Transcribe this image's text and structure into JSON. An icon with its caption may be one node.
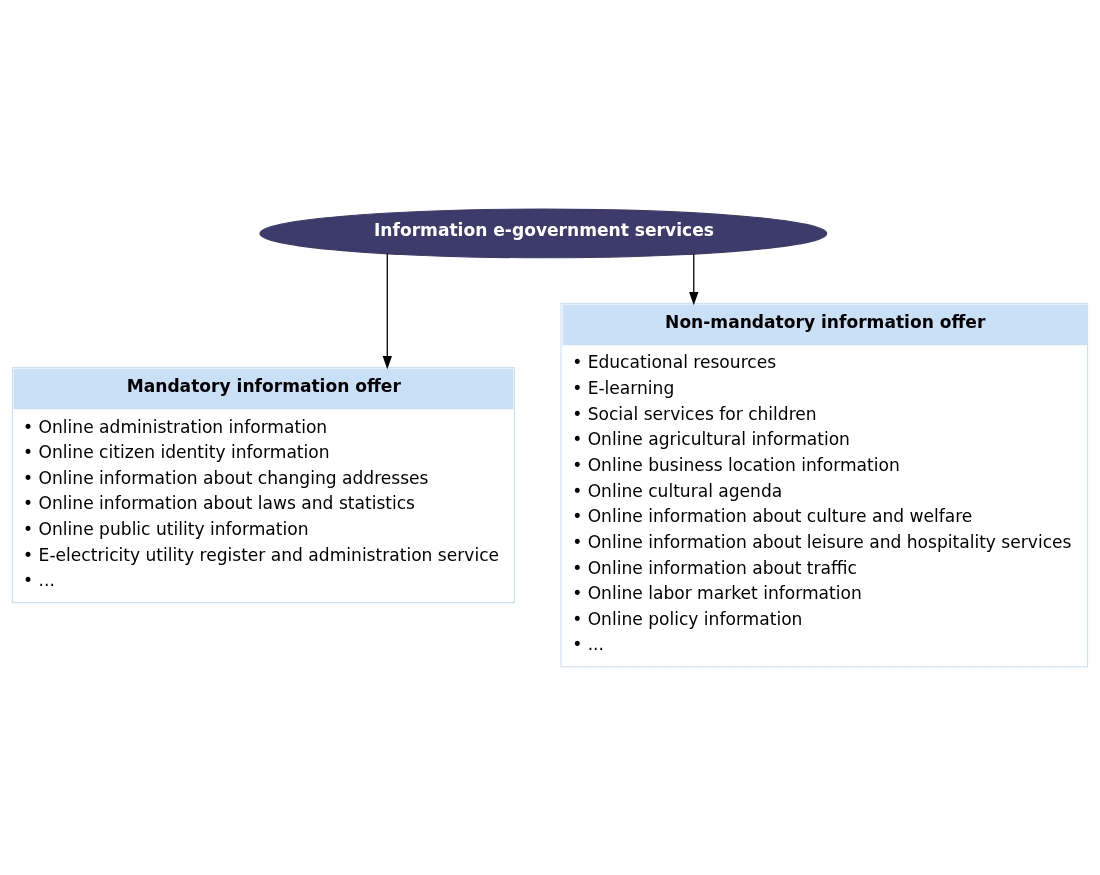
{
  "diagram": {
    "nodes": [
      {
        "text": [
          "Information e-government services"
        ]
      },
      {
        "text": [
          "Mandatory information offer",
          "• Online administration information",
          "• Online citizen identity information",
          "• Online information about changing addresses",
          "• Online information about laws and statistics",
          "• Online public utility information",
          "• E-electricity utility register and administration service",
          "• ..."
        ]
      },
      {
        "text": [
          "Non-mandatory information offer",
          "• Educational resources",
          "• E-learning",
          "• Social services for children",
          "• Online agricultural information",
          "• Online business location information",
          "• Online cultural agenda",
          "• Online information about culture and welfare",
          "• Online information about leisure and hospitality services",
          "• Online information about traffic",
          "• Online labor market information",
          "• Online policy information",
          "• ..."
        ]
      }
    ],
    "edges": [
      {
        "from": 0,
        "to": 1,
        "arrow": "to"
      },
      {
        "from": 0,
        "to": 2,
        "arrow": "to"
      }
    ]
  }
}
